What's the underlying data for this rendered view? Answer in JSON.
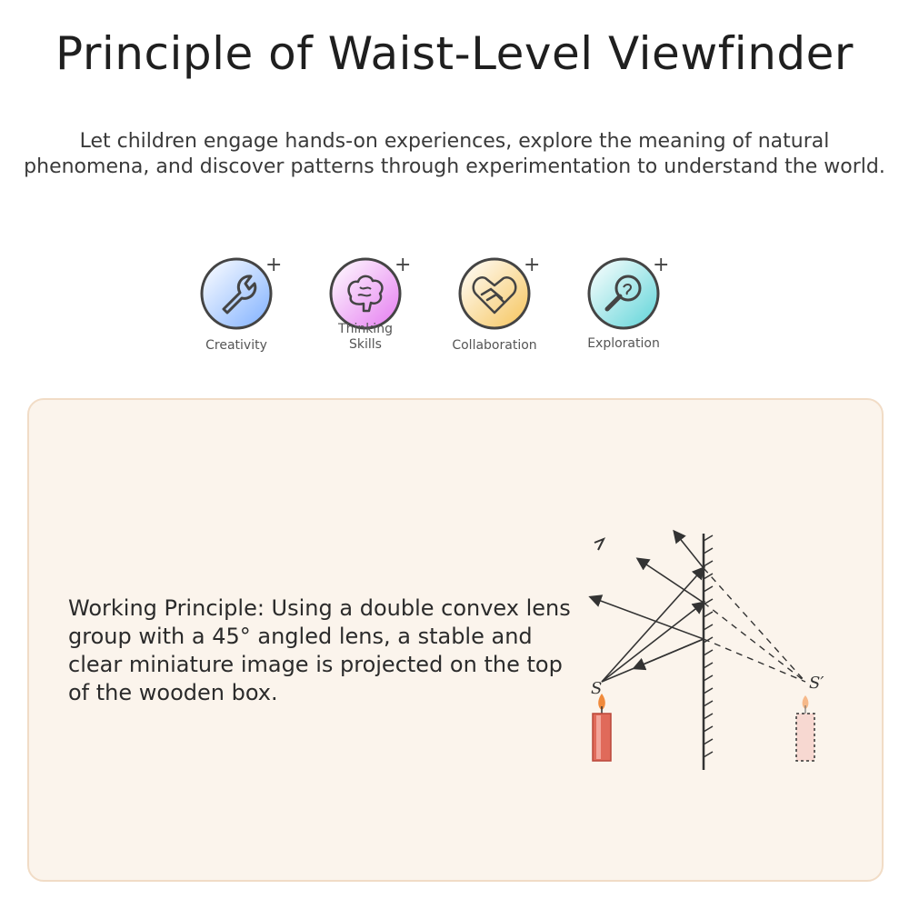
{
  "title": "Principle of Waist-Level Viewfinder",
  "subtitle": "Let children engage hands-on experiences, explore the meaning of natural phenomena, and discover patterns through experimentation to understand the world.",
  "skills": [
    {
      "label": "Creativity",
      "icon": "wrench-icon",
      "color": "#7fb0ff"
    },
    {
      "label": "Thinking Skills",
      "icon": "brain-icon",
      "color": "#e57bf0"
    },
    {
      "label": "Collaboration",
      "icon": "handshake-heart-icon",
      "color": "#f6c45a"
    },
    {
      "label": "Exploration",
      "icon": "magnifier-icon",
      "color": "#5ed4d8"
    }
  ],
  "principle_text": "Working Principle: Using a double convex lens group with a 45° angled lens, a stable and clear miniature image is projected on the top of the wooden box.",
  "diagram": {
    "source_label": "S",
    "image_label": "S′",
    "candle_color": "#e06a5a"
  }
}
